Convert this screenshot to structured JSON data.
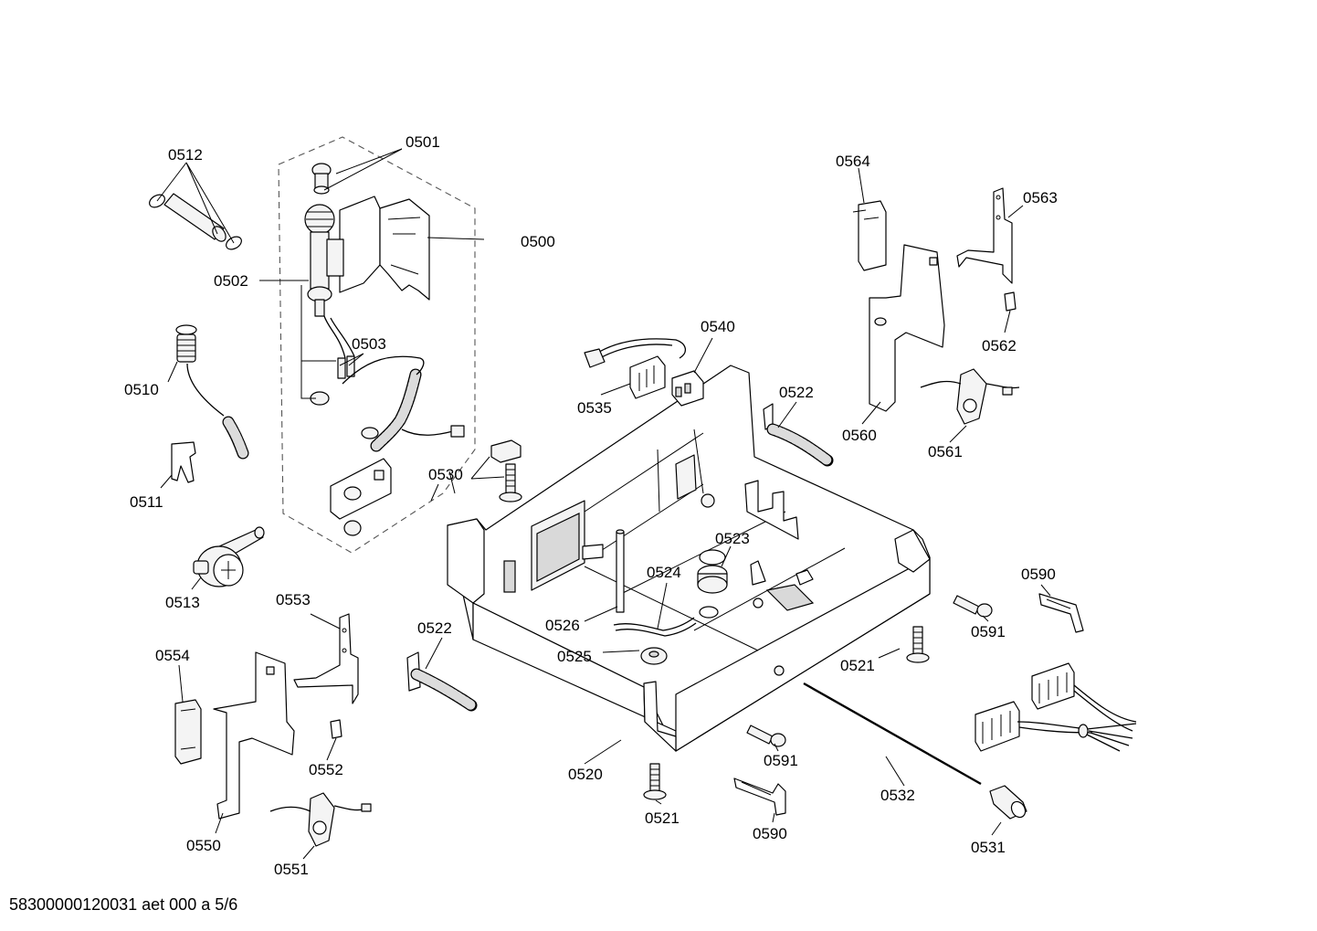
{
  "footer": {
    "document_code": "58300000120031 aet 000 a 5/6"
  },
  "labels": {
    "p0500": "0500",
    "p0501": "0501",
    "p0502": "0502",
    "p0503": "0503",
    "p0510": "0510",
    "p0511": "0511",
    "p0512": "0512",
    "p0513": "0513",
    "p0520": "0520",
    "p0521a": "0521",
    "p0521b": "0521",
    "p0522a": "0522",
    "p0522b": "0522",
    "p0523": "0523",
    "p0524": "0524",
    "p0525": "0525",
    "p0526": "0526",
    "p0530": "0530",
    "p0531": "0531",
    "p0532": "0532",
    "p0535": "0535",
    "p0540": "0540",
    "p0550": "0550",
    "p0551": "0551",
    "p0552": "0552",
    "p0553": "0553",
    "p0554": "0554",
    "p0560": "0560",
    "p0561": "0561",
    "p0562": "0562",
    "p0563": "0563",
    "p0564": "0564",
    "p0590a": "0590",
    "p0590b": "0590",
    "p0591a": "0591",
    "p0591b": "0591"
  }
}
